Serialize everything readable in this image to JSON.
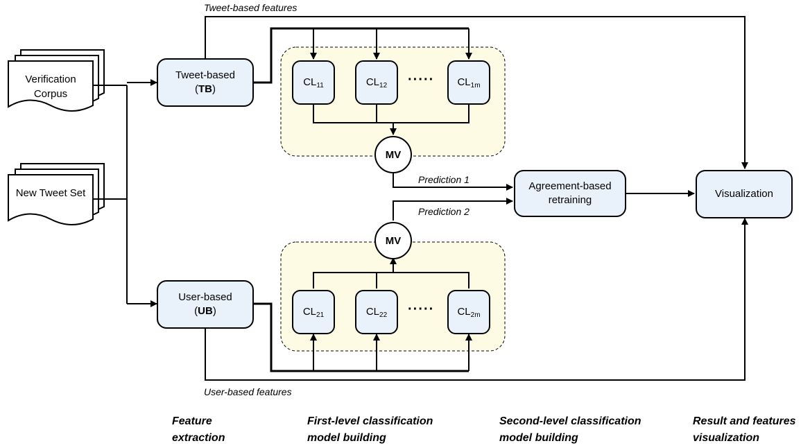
{
  "inputs": {
    "corpus_label": "Verification Corpus",
    "new_set_label": "New Tweet Set"
  },
  "extractors": {
    "tweet": {
      "label": "Tweet-based",
      "abbr": "TB"
    },
    "user": {
      "label": "User-based",
      "abbr": "UB"
    }
  },
  "classifiers": {
    "top": [
      {
        "base": "CL",
        "sub": "11"
      },
      {
        "base": "CL",
        "sub": "12"
      },
      {
        "base": "CL",
        "sub": "1m"
      }
    ],
    "bottom": [
      {
        "base": "CL",
        "sub": "21"
      },
      {
        "base": "CL",
        "sub": "22"
      },
      {
        "base": "CL",
        "sub": "2m"
      }
    ],
    "ellipsis": "·····"
  },
  "voting": {
    "top_label": "MV",
    "bottom_label": "MV"
  },
  "agreement": {
    "label": "Agreement-based retraining"
  },
  "visualization": {
    "label": "Visualization"
  },
  "edge_labels": {
    "tweet_features": "Tweet-based features",
    "user_features": "User-based features",
    "prediction1": "Prediction 1",
    "prediction2": "Prediction 2"
  },
  "stages": [
    "Feature extraction",
    "First-level classification model building",
    "Second-level classification model building",
    "Result and features visualization"
  ],
  "colors": {
    "node_fill": "#e9f1fb",
    "group_fill": "#fdfbe3",
    "stroke": "#000000"
  }
}
